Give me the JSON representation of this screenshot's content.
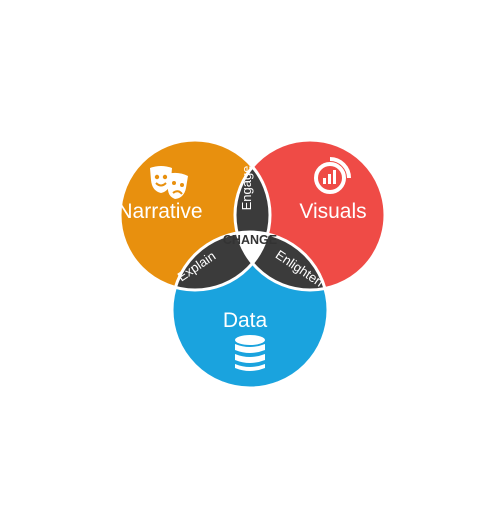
{
  "diagram": {
    "circles": {
      "narrative": {
        "label": "Narrative",
        "color": "#e8900e",
        "icon": "theater-masks-icon"
      },
      "visuals": {
        "label": "Visuals",
        "color": "#ef4b46",
        "icon": "chart-donut-icon"
      },
      "data": {
        "label": "Data",
        "color": "#1aa3de",
        "icon": "database-icon"
      }
    },
    "overlaps": {
      "narrative_visuals": {
        "label": "Engage"
      },
      "narrative_data": {
        "label": "Explain"
      },
      "visuals_data": {
        "label": "Enlighten"
      },
      "all": {
        "label": "CHANGE"
      }
    },
    "colors": {
      "overlap": "#3b3b3b",
      "center": "#ffffff",
      "stroke": "#ffffff"
    }
  }
}
